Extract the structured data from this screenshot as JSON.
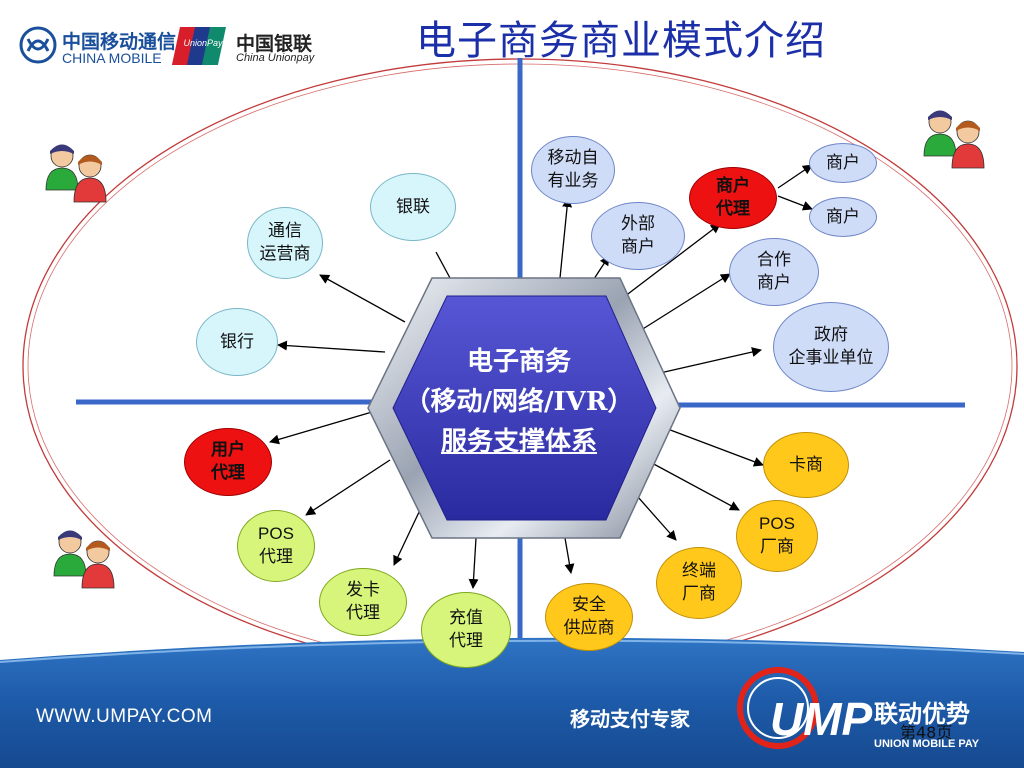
{
  "header": {
    "title": "电子商务商业模式介绍",
    "logo_mobile_cn": "中国移动通信",
    "logo_mobile_en": "CHINA MOBILE",
    "logo_unionpay_cn": "中国银联",
    "logo_unionpay_en": "China Unionpay",
    "logo_unionpay_badge": "UnionPay"
  },
  "center": {
    "line1": "电子商务",
    "line2": "（移动/网络/IVR）",
    "line3": "服务支撑体系"
  },
  "nodes": {
    "mobile_self": "移动自\n有业务",
    "unionpay": "银联",
    "telecom": "通信\n运营商",
    "bank": "银行",
    "merchant_agent": "商户\n代理",
    "merchant_1": "商户",
    "merchant_2": "商户",
    "ext_merchant": "外部\n商户",
    "coop_merchant": "合作\n商户",
    "government": "政府\n企事业单位",
    "user_agent": "用户\n代理",
    "pos_agent": "POS\n代理",
    "card_issue_agent": "发卡\n代理",
    "recharge_agent": "充值\n代理",
    "security_supplier": "安全\n供应商",
    "terminal_maker": "终端\n厂商",
    "pos_maker": "POS\n厂商",
    "card_dealer": "卡商"
  },
  "footer": {
    "url": "WWW.UMPAY.COM",
    "slogan": "移动支付专家",
    "brand": "UMP",
    "brand_cn": "联动优势",
    "brand_en": "UNION MOBILE PAY",
    "page": "第48页"
  },
  "colors": {
    "title": "#1b2fa8",
    "axis": "#3a68c8",
    "hexagon": "#3b3bb8",
    "footer": "#1f5fb0"
  },
  "icons": [
    "people-icon",
    "people-icon",
    "people-icon",
    "people-icon"
  ]
}
